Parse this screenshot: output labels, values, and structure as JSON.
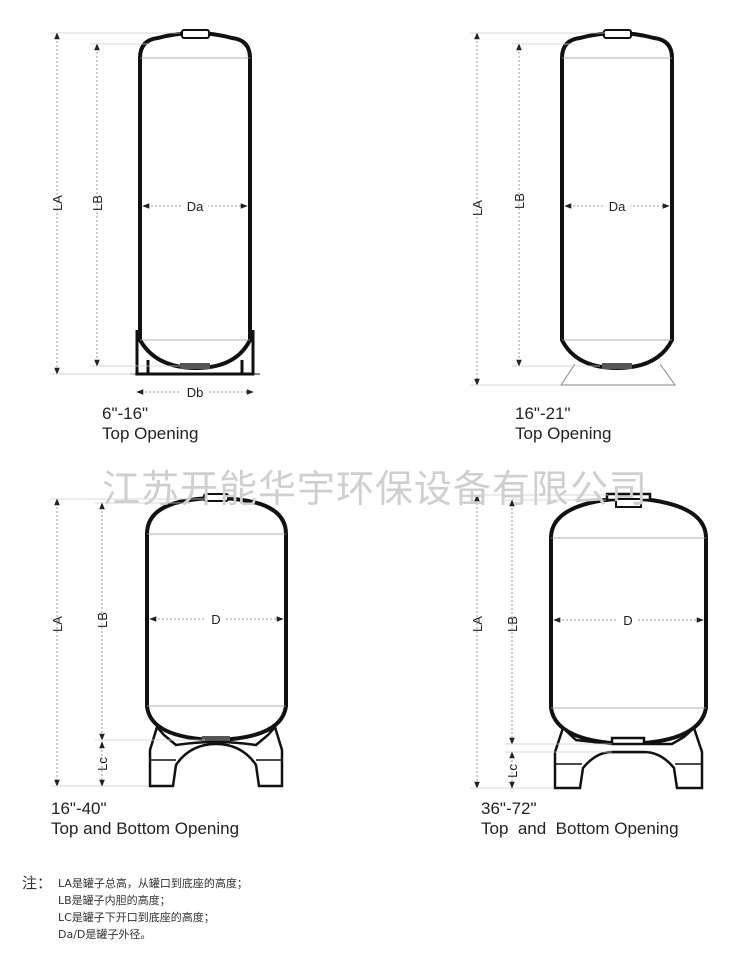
{
  "watermark": "江苏开能华宇环保设备有限公司",
  "tanks": [
    {
      "size": "6\"-16\"",
      "opening": "Top Opening",
      "labels": {
        "LA": "LA",
        "LB": "LB",
        "diameter": "Da",
        "base": "Db"
      }
    },
    {
      "size": "16\"-21\"",
      "opening": "Top Opening",
      "labels": {
        "LA": "LA",
        "LB": "LB",
        "diameter": "Da"
      }
    },
    {
      "size": "16\"-40\"",
      "opening": "Top and Bottom Opening",
      "labels": {
        "LA": "LA",
        "LB": "LB",
        "diameter": "D",
        "Lc": "Lc"
      }
    },
    {
      "size": "36\"-72\"",
      "opening": "Top  and  Bottom Opening",
      "labels": {
        "LA": "LA",
        "LB": "LB",
        "diameter": "D",
        "Lc": "Lc"
      }
    }
  ],
  "notes": {
    "label": "注：",
    "lines": [
      "LA是罐子总高，从罐口到底座的高度；",
      "LB是罐子内胆的高度；",
      "LC是罐子下开口到底座的高度；",
      "Da/D是罐子外径。"
    ]
  }
}
